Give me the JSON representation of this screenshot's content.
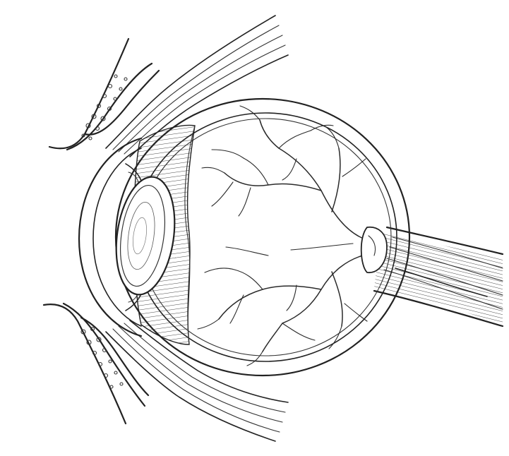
{
  "diagram": {
    "subject": "eye-cross-section",
    "structures": [
      "upper-eyelid",
      "lower-eyelid",
      "cornea",
      "lens",
      "ciliary-body",
      "vitreous-body",
      "sclera",
      "retina",
      "retinal-blood-vessels",
      "optic-disc",
      "optic-nerve"
    ],
    "colors": {
      "line": "#222222",
      "background": "#ffffff",
      "fill": "#ffffff"
    },
    "style": "black line-art illustration"
  }
}
